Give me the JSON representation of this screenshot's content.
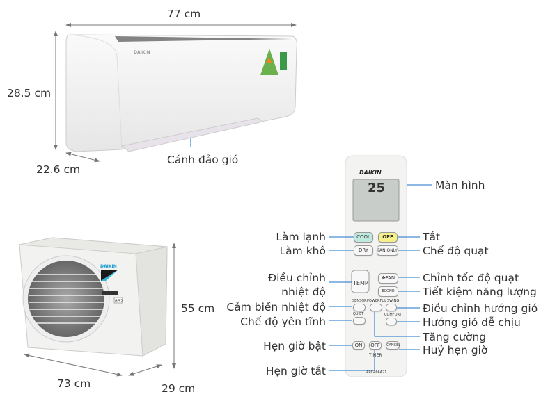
{
  "colors": {
    "leader": "#1a73c8",
    "dim_arrow": "#777777",
    "cool_button": "#bfe8de",
    "off_button": "#f6f08a",
    "lcd": "#c9cdc9"
  },
  "indoor": {
    "width": "77 cm",
    "height": "28.5 cm",
    "depth": "22.6 cm",
    "flap_label": "Cánh đảo gió",
    "brand": "DAIKIN"
  },
  "outdoor": {
    "width": "73 cm",
    "height": "55 cm",
    "depth": "29 cm",
    "brand": "DAIKIN",
    "refrigerant": "R32"
  },
  "remote": {
    "brand": "DAIKIN",
    "lcd_temp": "25",
    "model": "ARC466A21",
    "buttons": {
      "cool": "COOL",
      "off": "OFF",
      "dry": "DRY",
      "fan_only": "FAN ONLY",
      "temp": "TEMP",
      "fan": "✥FAN",
      "econo": "ECONO",
      "sensor": "SENSOR",
      "powerful": "POWERFUL",
      "swing": "SWING",
      "quiet": "QUIET",
      "comfort": "COMFORT",
      "on": "ON",
      "timer_off": "OFF",
      "cancel": "CANCEL",
      "timer": "TIMER"
    }
  },
  "callouts": {
    "screen": "Màn hình",
    "cool": "Làm lạnh",
    "dry": "Làm khô",
    "temp_1": "Điều chỉnh",
    "temp_2": "nhiệt độ",
    "sensor": "Cảm biến nhiệt độ",
    "quiet": "Chế độ yên tĩnh",
    "timer_on": "Hẹn giờ bật",
    "timer_off": "Hẹn giờ tắt",
    "off": "Tắt",
    "fan_only": "Chế độ quạt",
    "fan_speed": "Chỉnh tốc độ quạt",
    "econo": "Tiết kiệm năng lượng",
    "swing": "Điều chỉnh hướng gió",
    "comfort": "Hướng gió dễ chịu",
    "powerful": "Tăng cường",
    "cancel": "Huỷ hẹn giờ"
  }
}
